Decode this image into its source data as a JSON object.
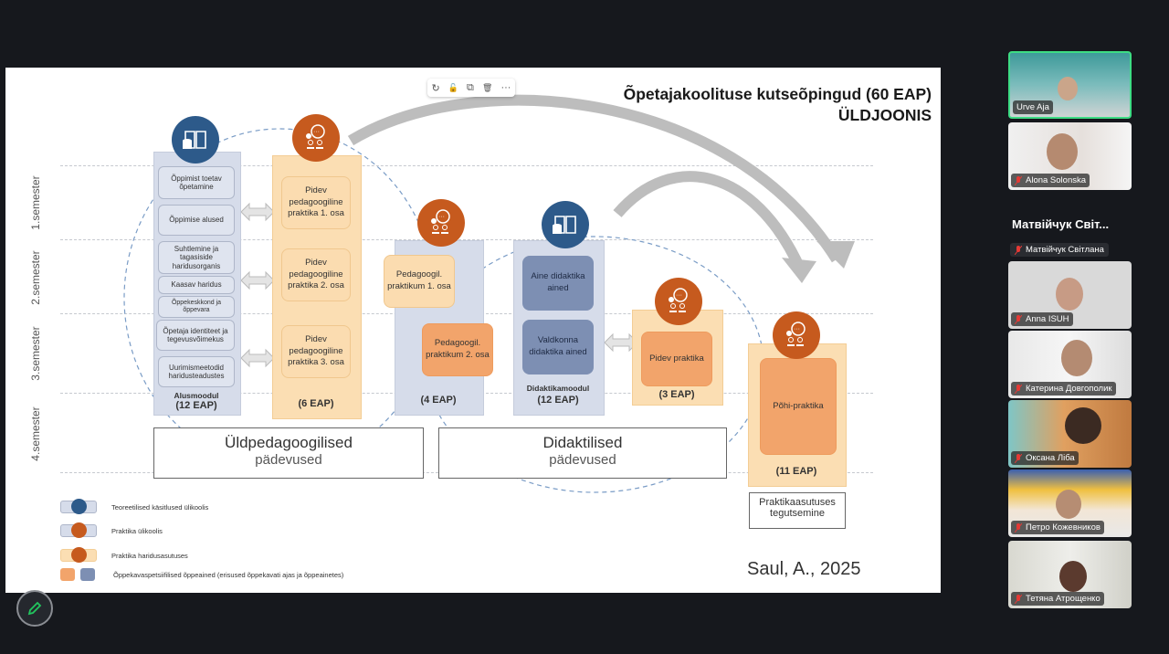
{
  "slide": {
    "title_line1": "Õpetajakoolituse kutseõpingud (60 EAP)",
    "title_line2": "ÜLDJOONIS",
    "author": "Saul, A., 2025",
    "semesters": [
      "1.semester",
      "2.semester",
      "3.semester",
      "4.semester"
    ],
    "columns": {
      "alusmoodul": {
        "items": [
          "Õppimist toetav õpetamine",
          "Õppimise alused",
          "Suhtlemine ja tagasiside haridusorganis",
          "Kaasav haridus",
          "Õppekeskkond ja õppevara",
          "Õpetaja identiteet ja tegevusvõimekus",
          "Uurimismeetodid haridusteadustes"
        ],
        "label": "Alusmoodul",
        "eap": "(12 EAP)"
      },
      "pidev_praktika": {
        "items": [
          "Pidev pedagoogiline praktika 1. osa",
          "Pidev pedagoogiline praktika 2. osa",
          "Pidev pedagoogiline praktika 3. osa"
        ],
        "eap": "(6 EAP)"
      },
      "praktikum": {
        "items": [
          "Pedagoogil. praktikum 1. osa",
          "Pedagoogil. praktikum 2. osa"
        ],
        "eap": "(4 EAP)"
      },
      "didaktikamoodul": {
        "items": [
          "Aine didaktika ained",
          "Valdkonna didaktika ained"
        ],
        "label": "Didaktikamoodul",
        "eap": "(12 EAP)"
      },
      "pidev_praktika2": {
        "items": [
          "Pidev praktika"
        ],
        "eap": "(3 EAP)"
      },
      "pohipraktika": {
        "items": [
          "Põhi-praktika"
        ],
        "eap": "(11 EAP)"
      }
    },
    "competence_boxes": [
      {
        "line1": "Üldpedagoogilised",
        "line2": "pädevused"
      },
      {
        "line1": "Didaktilised",
        "line2": "pädevused"
      },
      {
        "line1": "Praktikaasutuses",
        "line2": "tegutsemine"
      }
    ],
    "legend": [
      {
        "icon": "book-database-icon",
        "label": "Teoreetilised käsitlused ülikoolis"
      },
      {
        "icon": "practice-people-icon",
        "label": "Praktika ülikoolis"
      },
      {
        "icon": "practice-people-icon",
        "label": "Praktika haridusasutuses"
      },
      {
        "icon": "color-swatches",
        "label": "Õppekavaspetsiifilised õppeained (erisused õppekavati ajas ja õppeainetes)"
      }
    ],
    "colors": {
      "blue_icon": "#2d5a8a",
      "orange_icon": "#c65a1e",
      "light_blue": "#d6dcea",
      "light_orange": "#fbdeb3",
      "mid_orange": "#f2a46b",
      "mid_blue": "#7d8fb3"
    }
  },
  "toolbar": {
    "icons": [
      "refresh-icon",
      "lock-icon",
      "copy-icon",
      "delete-icon",
      "more-icon"
    ],
    "glyphs": [
      "↻",
      "🔓",
      "⧉",
      "🗑",
      "···"
    ]
  },
  "participants": {
    "active_speaker": "Urve Aja",
    "group_header": "Матвійчук Світ...",
    "list": [
      {
        "name": "Urve Aja",
        "muted": false
      },
      {
        "name": "Alona Solonska",
        "muted": true
      },
      {
        "name": "Матвійчук Світлана",
        "muted": true
      },
      {
        "name": "Anna ISUH",
        "muted": true
      },
      {
        "name": "Катерина Довгополик",
        "muted": true
      },
      {
        "name": "Оксана Ліба",
        "muted": true
      },
      {
        "name": "Петро Кожевников",
        "muted": true
      },
      {
        "name": "Тетяна Атрощенко",
        "muted": true
      }
    ]
  },
  "annotate_button": {
    "icon": "pencil-icon"
  }
}
